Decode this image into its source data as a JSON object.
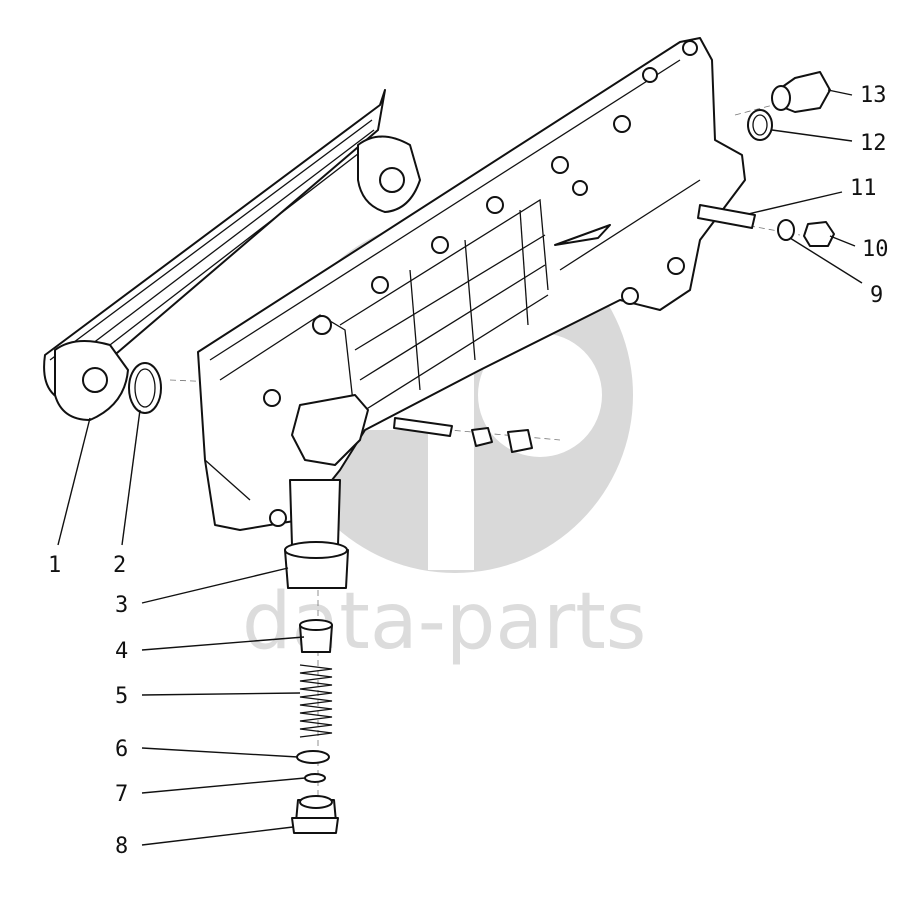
{
  "watermark": {
    "text": "data-parts",
    "color": "#dcdcdc"
  },
  "callouts": [
    {
      "id": 1,
      "label": "1"
    },
    {
      "id": 2,
      "label": "2"
    },
    {
      "id": 3,
      "label": "3"
    },
    {
      "id": 4,
      "label": "4"
    },
    {
      "id": 5,
      "label": "5"
    },
    {
      "id": 6,
      "label": "6"
    },
    {
      "id": 7,
      "label": "7"
    },
    {
      "id": 8,
      "label": "8"
    },
    {
      "id": 9,
      "label": "9"
    },
    {
      "id": 10,
      "label": "10"
    },
    {
      "id": 11,
      "label": "11"
    },
    {
      "id": 12,
      "label": "12"
    },
    {
      "id": 13,
      "label": "13"
    }
  ],
  "colors": {
    "line": "#111111",
    "background": "#ffffff"
  }
}
